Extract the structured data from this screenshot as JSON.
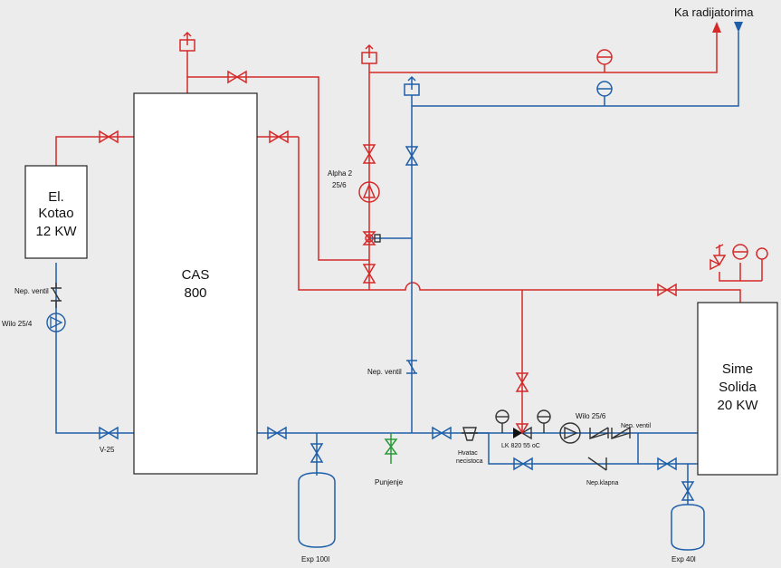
{
  "colors": {
    "hot": "#d42a2a",
    "cold": "#1f5fa8",
    "fill": "#2a9a3a",
    "line": "#333333",
    "background": "#ececec"
  },
  "labels": {
    "radiators": "Ka radijatorima",
    "boiler": [
      "El.",
      "Kotao",
      "12 KW"
    ],
    "tank": [
      "CAS",
      "800"
    ],
    "solid_boiler": [
      "Sime",
      "Solida",
      "20 KW"
    ],
    "check_valve_boiler": "Nep. ventil",
    "pump_boiler": "Wilo 25/4",
    "valve_v25": "V-25",
    "pump_alpha": [
      "Alpha 2",
      "25/6"
    ],
    "check_valve_mid": "Nep. ventil",
    "exp_100": "Exp 100l",
    "fill_valve": "Punjenje",
    "strainer": [
      "Hvatac",
      "necistoca"
    ],
    "mixing_valve": "LK 820 55 oC",
    "pump_wilo_256": "Wilo 25/6",
    "check_valve_right": "Nep. ventil",
    "check_flap": "Nep.klapna",
    "exp_40": "Exp 40l"
  },
  "icons": [
    "gate-valve-icon",
    "pump-icon",
    "check-valve-icon",
    "thermometer-icon",
    "air-vent-icon",
    "safety-valve-icon",
    "expansion-tank-icon",
    "strainer-icon",
    "three-way-valve-icon",
    "arrow-up-icon",
    "arrow-down-icon"
  ]
}
